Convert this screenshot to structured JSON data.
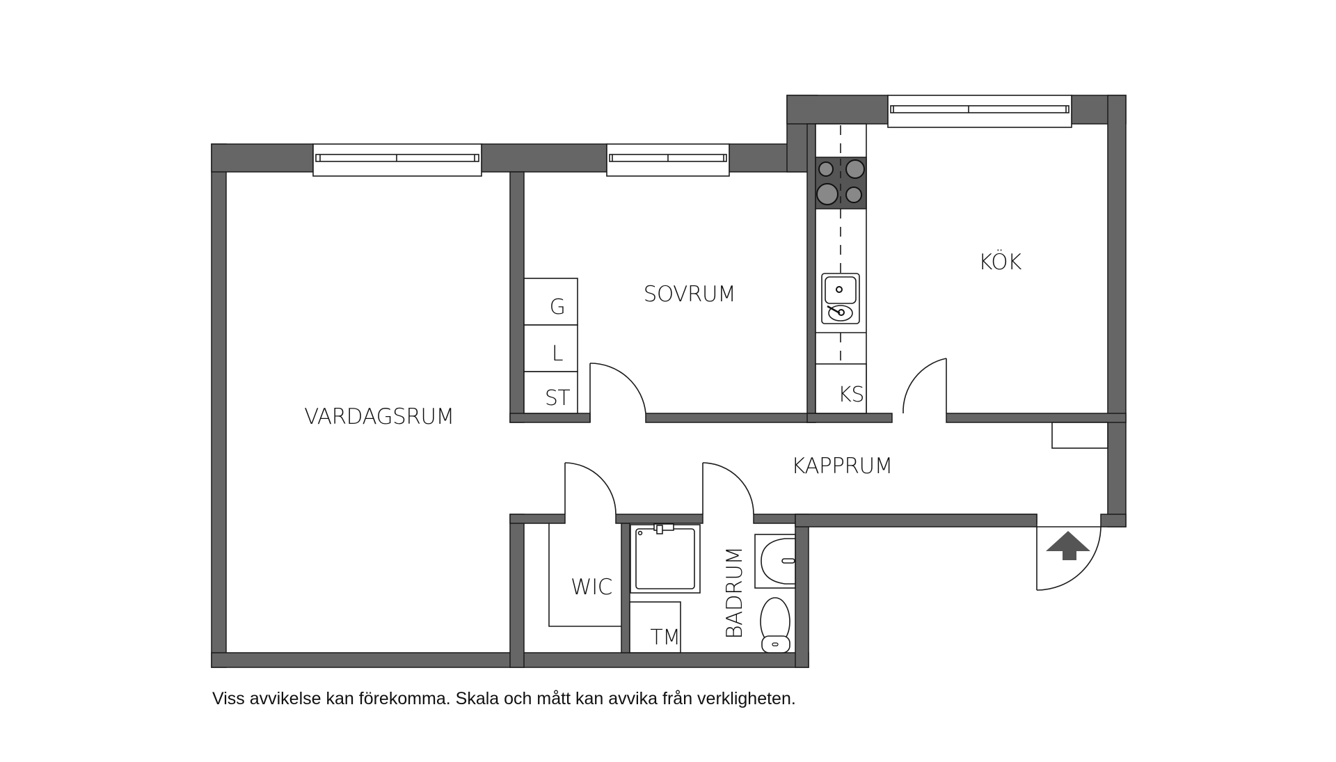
{
  "floorplan": {
    "rooms": {
      "living_room": "VARDAGSRUM",
      "bedroom": "SOVRUM",
      "kitchen": "KÖK",
      "hall": "KAPPRUM",
      "walk_in_closet": "WIC",
      "bathroom": "BADRUM"
    },
    "storage": {
      "wardrobe_g": "G",
      "wardrobe_l": "L",
      "wardrobe_st": "ST",
      "fridge_freezer": "KS",
      "washing_machine": "TM"
    },
    "entrance_icon": "entrance-arrow-up",
    "colors": {
      "wall": "#666666",
      "outline": "#1a1a1a",
      "background": "#ffffff"
    }
  },
  "footer": {
    "disclaimer": "Viss avvikelse kan förekomma. Skala och mått kan avvika från verkligheten."
  }
}
